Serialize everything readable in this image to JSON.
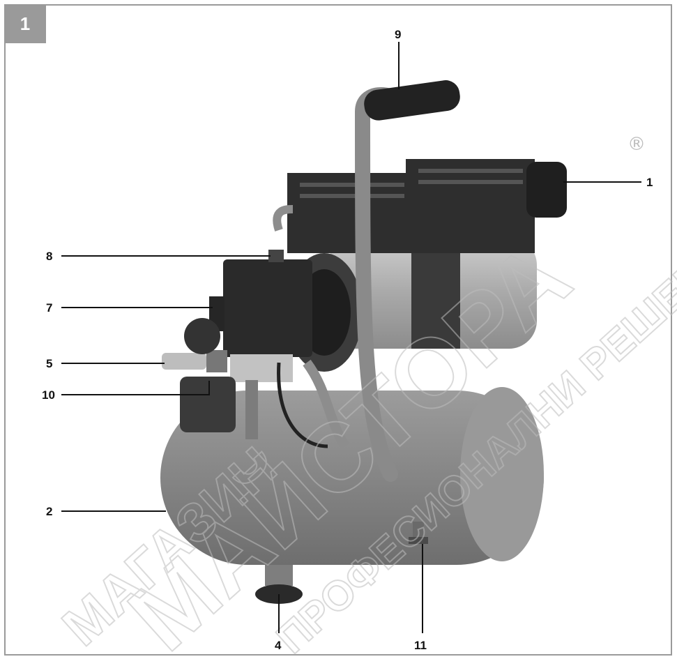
{
  "figure": {
    "number": "1"
  },
  "callouts": {
    "c1": "1",
    "c2": "2",
    "c4": "4",
    "c5": "5",
    "c7": "7",
    "c8": "8",
    "c9": "9",
    "c10": "10",
    "c11": "11"
  },
  "watermark": {
    "line1": "МАГАЗИН",
    "line2": "МАЙСТОРА",
    "line3": "ПРОФЕСИОНАЛНИ РЕШЕНИЯ",
    "registered": "®"
  },
  "colors": {
    "frame": "#9a9a9a",
    "tank": "#8a8a8a",
    "motor": "#a8a8a8",
    "dark": "#2b2b2b"
  }
}
